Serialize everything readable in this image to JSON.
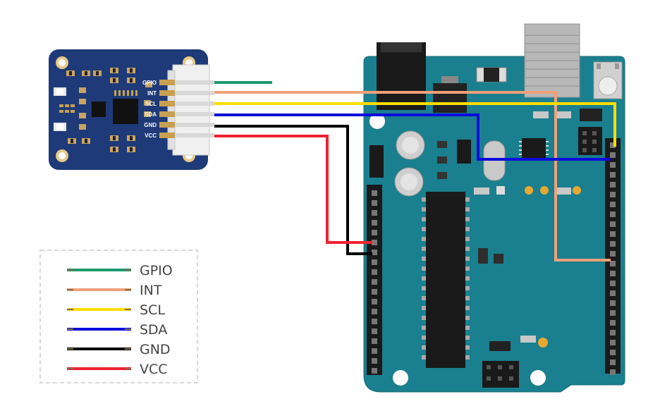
{
  "sensor_pins": [
    {
      "label": "GPIO",
      "color": "#1a9a6c"
    },
    {
      "label": "INT",
      "color": "#f0a07a"
    },
    {
      "label": "SCL",
      "color": "#ffdd00"
    },
    {
      "label": "SDA",
      "color": "#0b0bdd"
    },
    {
      "label": "GND",
      "color": "#000000"
    },
    {
      "label": "VCC",
      "color": "#ee2233"
    }
  ],
  "legend": [
    {
      "label": "GPIO",
      "color": "#1a9a6c"
    },
    {
      "label": "INT",
      "color": "#f0a07a"
    },
    {
      "label": "SCL",
      "color": "#ffdd00"
    },
    {
      "label": "SDA",
      "color": "#0b0bdd"
    },
    {
      "label": "GND",
      "color": "#000000"
    },
    {
      "label": "VCC",
      "color": "#ee2233"
    }
  ],
  "colors": {
    "sensor_board": "#1e3a78",
    "arduino_board": "#1a7f8e",
    "header": "#2a2a2a",
    "pad": "#c8a050"
  }
}
